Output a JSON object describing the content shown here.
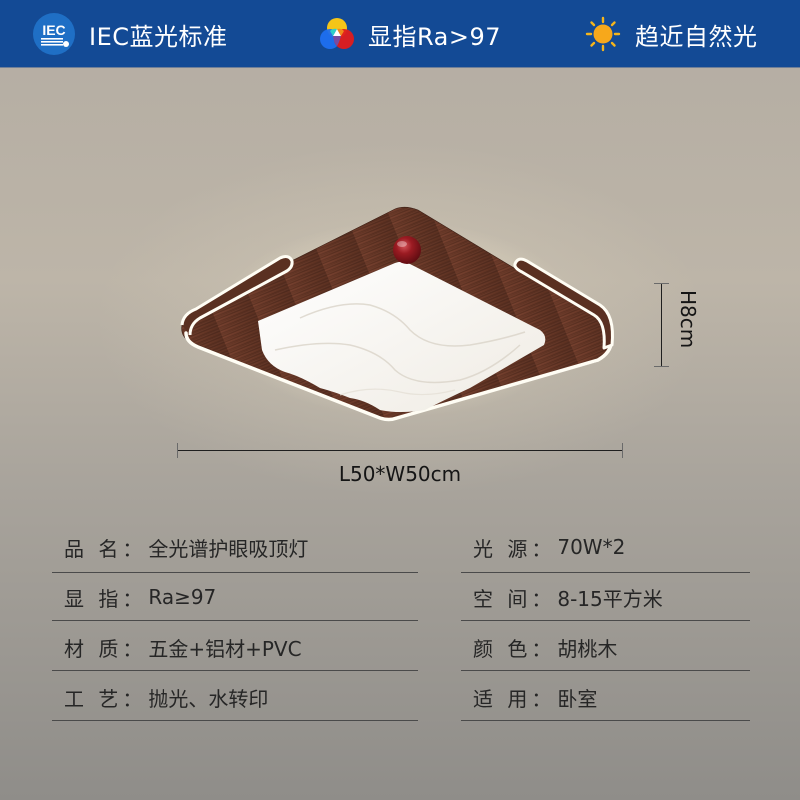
{
  "header": {
    "background": "#134a95",
    "badges": [
      {
        "icon": "iec-logo-icon",
        "label": "IEC蓝光标准"
      },
      {
        "icon": "color-rendering-icon",
        "label": "显指Ra>97"
      },
      {
        "icon": "sun-icon",
        "label": "趋近自然光"
      }
    ]
  },
  "product_image": {
    "description": "Square walnut-wood ceiling lamp with white acrylic wave panel and red bead",
    "dimensions": {
      "width_label": "L50*W50cm",
      "height_label": "H8cm"
    },
    "colors": {
      "wood": "#6b3a2a",
      "panel": "#f7f4ee",
      "bead": "#8e1419",
      "glow": "#fff8e6"
    }
  },
  "specs": {
    "separator": "：",
    "left": [
      {
        "key": "品 名",
        "value": "全光谱护眼吸顶灯"
      },
      {
        "key": "显 指",
        "value": "Ra≥97"
      },
      {
        "key": "材 质",
        "value": "五金+铝材+PVC"
      },
      {
        "key": "工 艺",
        "value": "抛光、水转印"
      }
    ],
    "right": [
      {
        "key": "光 源",
        "value": "70W*2"
      },
      {
        "key": "空 间",
        "value": "8-15平方米"
      },
      {
        "key": "颜 色",
        "value": "胡桃木"
      },
      {
        "key": "适 用",
        "value": "卧室"
      }
    ]
  }
}
